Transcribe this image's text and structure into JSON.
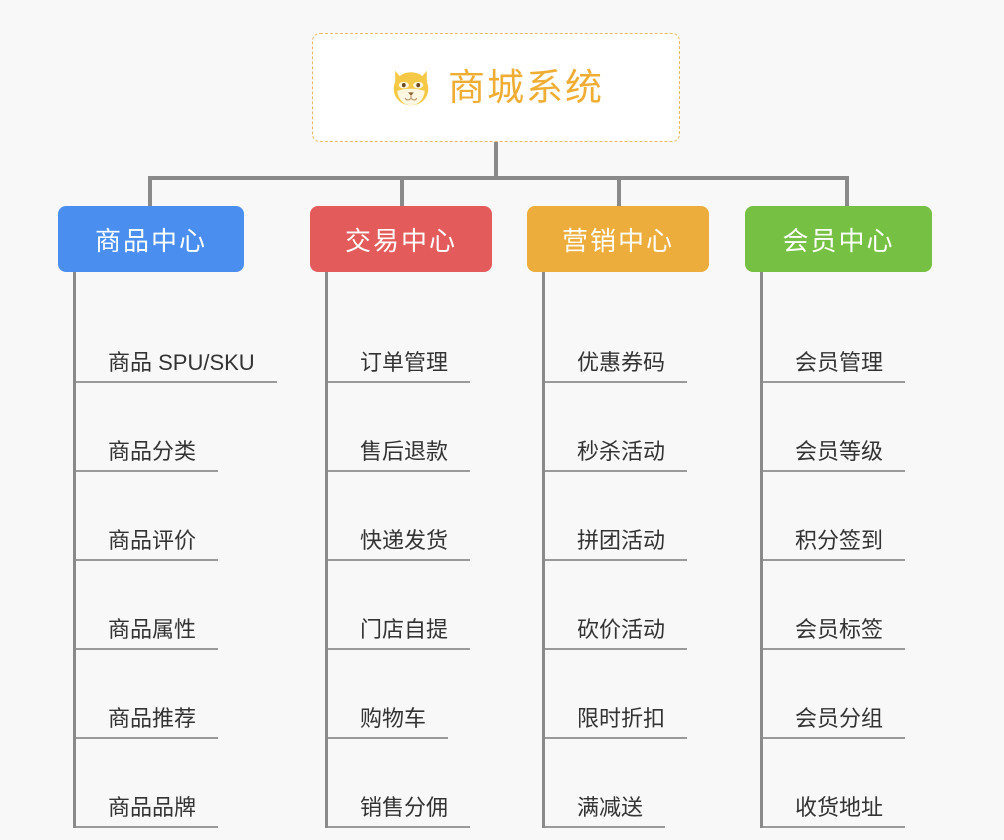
{
  "canvas": {
    "background_color": "#f8f8f8",
    "connector_color": "#8a8a8a",
    "leaf_underline_color": "#9a9a9a",
    "leaf_text_color": "#333333"
  },
  "root": {
    "title": "商城系统",
    "icon": "shiba-dog-face-icon",
    "text_color": "#f0ad33",
    "border_color": "#e8b960",
    "background_color": "#ffffff"
  },
  "columns": [
    {
      "category": "商品中心",
      "color": "#4a8ef0",
      "items": [
        "商品 SPU/SKU",
        "商品分类",
        "商品评价",
        "商品属性",
        "商品推荐",
        "商品品牌"
      ]
    },
    {
      "category": "交易中心",
      "color": "#e35b5b",
      "items": [
        "订单管理",
        "售后退款",
        "快递发货",
        "门店自提",
        "购物车",
        "销售分佣"
      ]
    },
    {
      "category": "营销中心",
      "color": "#edad3c",
      "items": [
        "优惠券码",
        "秒杀活动",
        "拼团活动",
        "砍价活动",
        "限时折扣",
        "满减送"
      ]
    },
    {
      "category": "会员中心",
      "color": "#76c044",
      "items": [
        "会员管理",
        "会员等级",
        "积分签到",
        "会员标签",
        "会员分组",
        "收货地址"
      ]
    }
  ]
}
